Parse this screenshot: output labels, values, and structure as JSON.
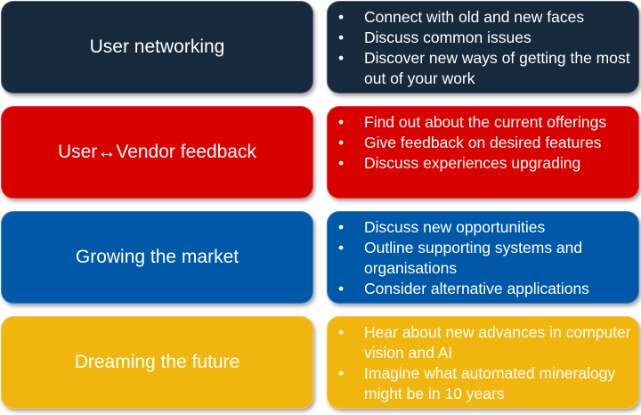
{
  "colors": {
    "row1": "#172a3d",
    "row2": "#d90000",
    "row3": "#0059a8",
    "row4": "#f1b60e",
    "text": "#ffffff"
  },
  "rows": [
    {
      "title": "User networking",
      "bullets": [
        "Connect with old and new faces",
        "Discuss common issues",
        "Discover new ways of getting the most out of your work"
      ]
    },
    {
      "title": "User↔Vendor feedback",
      "bullets": [
        "Find out about the current offerings",
        "Give feedback on desired features",
        "Discuss experiences upgrading"
      ]
    },
    {
      "title": "Growing the market",
      "bullets": [
        "Discuss new opportunities",
        "Outline supporting systems and organisations",
        "Consider alternative applications"
      ]
    },
    {
      "title": "Dreaming the future",
      "bullets": [
        "Hear about new advances in computer vision and AI",
        "Imagine what automated mineralogy might be in 10 years"
      ]
    }
  ]
}
